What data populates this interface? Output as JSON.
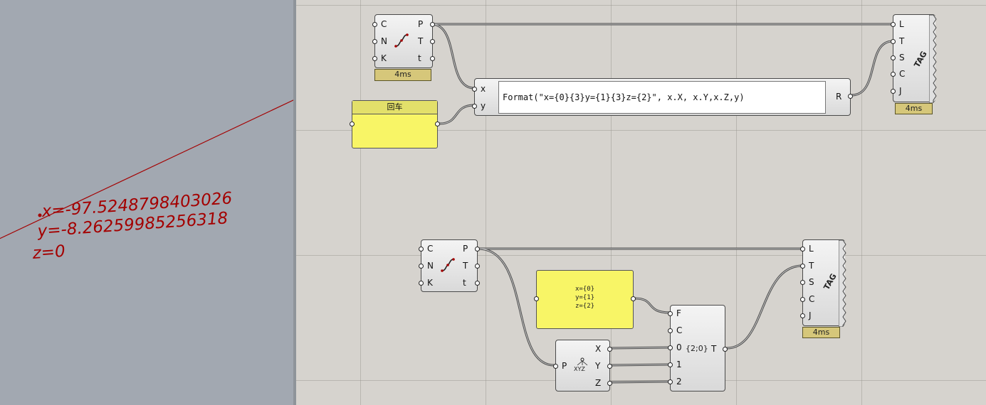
{
  "viewport": {
    "text_lines": [
      "x=-97.5248798403026",
      "y=-8.26259985256318",
      "z=0"
    ],
    "text_color": "#a40000"
  },
  "canvas": {
    "top_group": {
      "curve_params": {
        "inputs": [
          "C",
          "N",
          "K"
        ],
        "outputs": [
          "P",
          "T",
          "t"
        ],
        "icon": "curve-parameter-icon"
      },
      "curve_params_time": "4ms",
      "panel": {
        "title": "回车",
        "text": ""
      },
      "expression": {
        "inputs": [
          "x",
          "y"
        ],
        "output": "R",
        "text": "Format(\"x={0}{3}y={1}{3}z={2}\", x.X, x.Y,x.Z,y)"
      },
      "tag": {
        "inputs": [
          "L",
          "T",
          "S",
          "C",
          "J"
        ],
        "label": "TAG",
        "time": "4ms"
      }
    },
    "bottom_group": {
      "curve_params": {
        "inputs": [
          "C",
          "N",
          "K"
        ],
        "outputs": [
          "P",
          "T",
          "t"
        ],
        "icon": "curve-parameter-icon"
      },
      "panel": {
        "lines": [
          "x={0}",
          "y={1}",
          "z={2}"
        ]
      },
      "deconstruct": {
        "input": "P",
        "outputs": [
          "X",
          "Y",
          "Z"
        ],
        "icon_text": "XYZ"
      },
      "format": {
        "inputs": [
          "F",
          "C",
          "0",
          "1",
          "2"
        ],
        "output": "T",
        "icon_text": "{2;0}"
      },
      "tag": {
        "inputs": [
          "L",
          "T",
          "S",
          "C",
          "J"
        ],
        "label": "TAG",
        "time": "4ms"
      }
    },
    "colors": {
      "panel_yellow": "#f8f566",
      "wire": "#4a4a4a",
      "badge": "#d6c77a"
    }
  }
}
